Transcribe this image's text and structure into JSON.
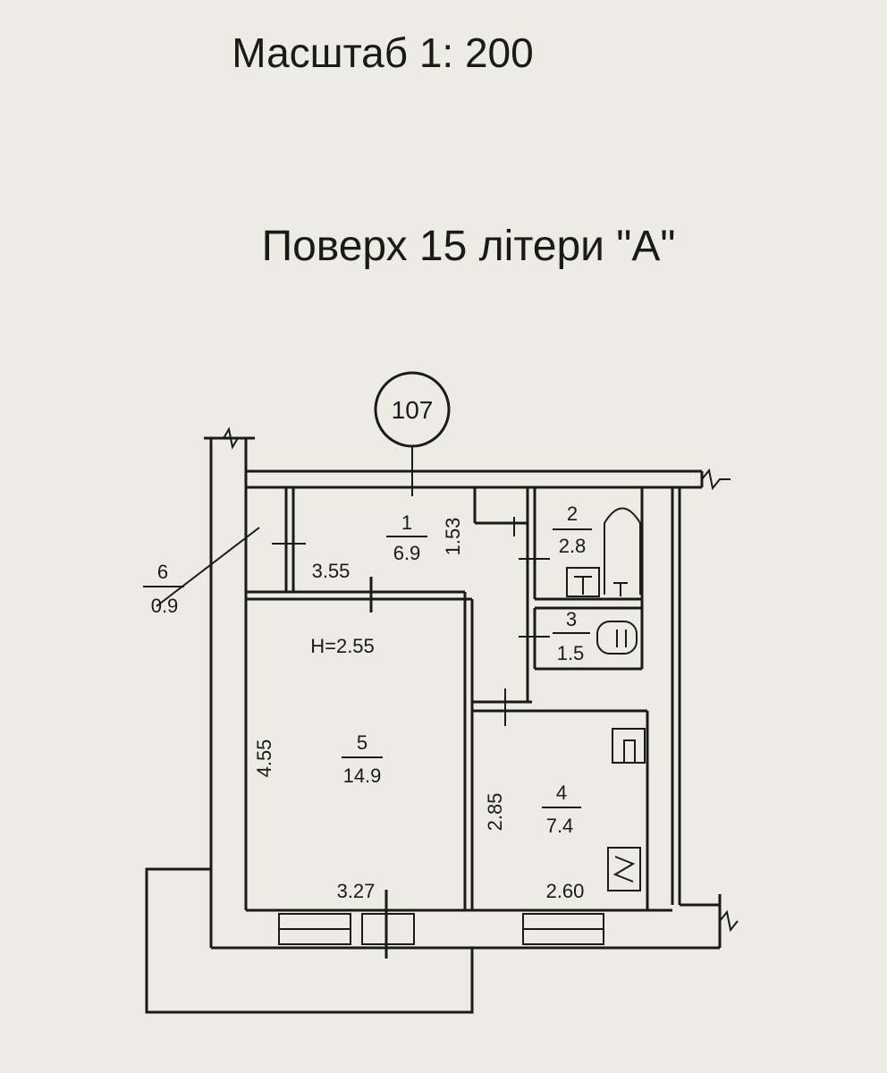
{
  "scale_label": "Масштаб 1: 200",
  "floor_label": "Поверх 15 літери \"А\"",
  "apartment_number": "107",
  "ceiling_height": "H=2.55",
  "rooms": [
    {
      "number": "1",
      "area": "6.9"
    },
    {
      "number": "2",
      "area": "2.8"
    },
    {
      "number": "3",
      "area": "1.5"
    },
    {
      "number": "4",
      "area": "7.4"
    },
    {
      "number": "5",
      "area": "14.9"
    },
    {
      "number": "6",
      "area": "0.9"
    }
  ],
  "dimensions": {
    "d_355": "3.55",
    "d_153": "1.53",
    "d_455": "4.55",
    "d_285": "2.85",
    "d_327": "3.27",
    "d_260": "2.60"
  }
}
